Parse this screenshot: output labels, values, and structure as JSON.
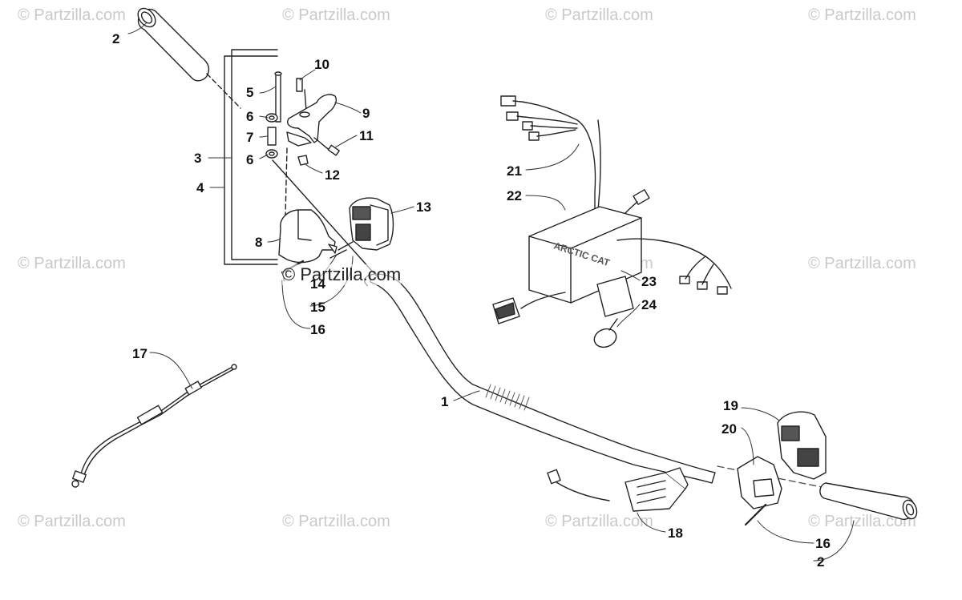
{
  "watermark": {
    "text": "© Partzilla.com",
    "center_text": "© Partzilla.com"
  },
  "callouts": {
    "c1": "1",
    "c2a": "2",
    "c2b": "2",
    "c3": "3",
    "c4": "4",
    "c5": "5",
    "c6a": "6",
    "c6b": "6",
    "c7": "7",
    "c8": "8",
    "c9": "9",
    "c10": "10",
    "c11": "11",
    "c12": "12",
    "c13": "13",
    "c14": "14",
    "c15": "15",
    "c16a": "16",
    "c16b": "16",
    "c17": "17",
    "c18": "18",
    "c19": "19",
    "c20": "20",
    "c21": "21",
    "c22": "22",
    "c23": "23",
    "c24": "24"
  },
  "colors": {
    "line": "#222222",
    "fill": "#ffffff",
    "shade": "#bdbdbd",
    "watermark": "#c9c9c9"
  }
}
